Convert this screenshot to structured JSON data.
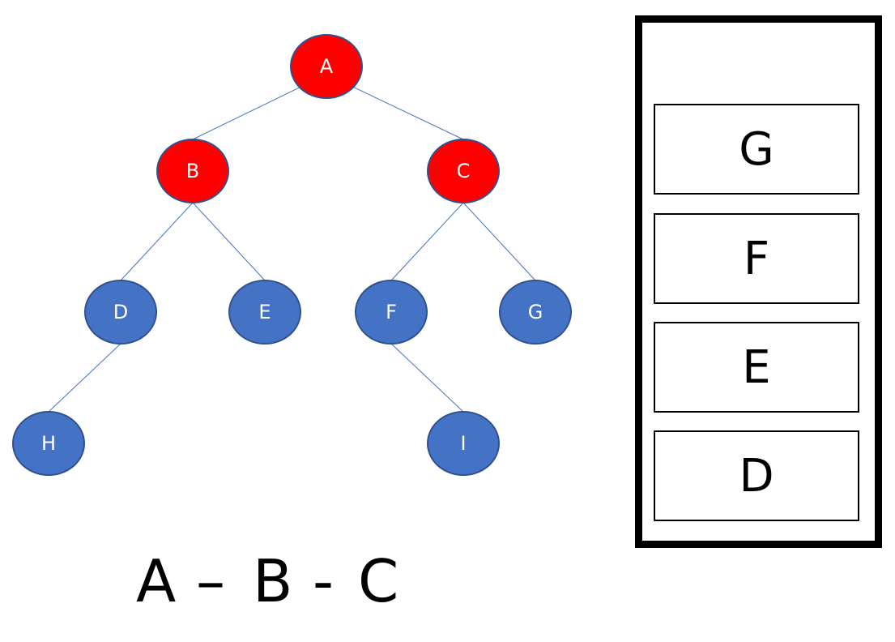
{
  "colors": {
    "visited": "#ff0000",
    "unvisited": "#4472c4",
    "node_border": "#2f528f",
    "edge": "#4472c4",
    "label": "#ffffff"
  },
  "tree": {
    "nodes": [
      {
        "id": "A",
        "label": "A",
        "state": "visited"
      },
      {
        "id": "B",
        "label": "B",
        "state": "visited"
      },
      {
        "id": "C",
        "label": "C",
        "state": "visited"
      },
      {
        "id": "D",
        "label": "D",
        "state": "unvisited"
      },
      {
        "id": "E",
        "label": "E",
        "state": "unvisited"
      },
      {
        "id": "F",
        "label": "F",
        "state": "unvisited"
      },
      {
        "id": "G",
        "label": "G",
        "state": "unvisited"
      },
      {
        "id": "H",
        "label": "H",
        "state": "unvisited"
      },
      {
        "id": "I",
        "label": "I",
        "state": "unvisited"
      }
    ],
    "edges": [
      [
        "A",
        "B"
      ],
      [
        "A",
        "C"
      ],
      [
        "B",
        "D"
      ],
      [
        "B",
        "E"
      ],
      [
        "C",
        "F"
      ],
      [
        "C",
        "G"
      ],
      [
        "D",
        "H"
      ],
      [
        "F",
        "I"
      ]
    ]
  },
  "traversal": {
    "items": [
      "A",
      "–",
      "B",
      "-",
      "C"
    ]
  },
  "queue": {
    "items": [
      "G",
      "F",
      "E",
      "D"
    ]
  }
}
